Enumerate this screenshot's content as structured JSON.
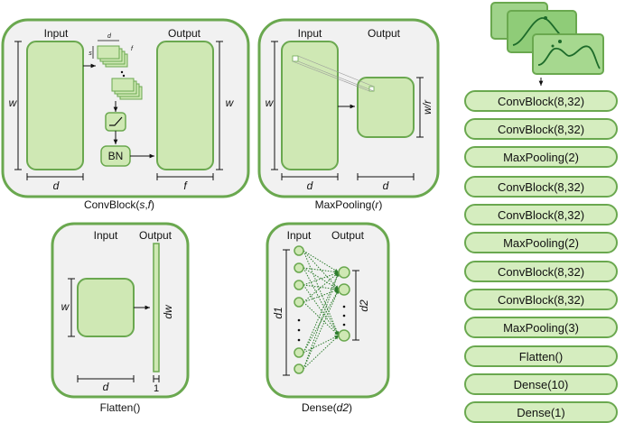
{
  "panels": {
    "convblock": {
      "input_label": "Input",
      "output_label": "Output",
      "w_label": "w",
      "d_label": "d",
      "f_label": "f",
      "d_small": "d",
      "s_small": "s",
      "f_small": "f",
      "bn_label": "BN",
      "caption_prefix": "ConvBlock(",
      "caption_s": "s",
      "caption_sep": ",",
      "caption_f": "f",
      "caption_suffix": ")"
    },
    "maxpool": {
      "input_label": "Input",
      "output_label": "Output",
      "w_label": "w",
      "wr_label": "w/r",
      "d_label": "d",
      "d_out_label": "d",
      "caption_prefix": "MaxPooling(",
      "caption_r": "r",
      "caption_suffix": ")"
    },
    "flatten": {
      "input_label": "Input",
      "output_label": "Output",
      "w_label": "w",
      "d_label": "d",
      "dw_label": "dw",
      "one_label": "1",
      "caption": "Flatten()"
    },
    "dense": {
      "input_label": "Input",
      "output_label": "Output",
      "d1_label": "d1",
      "d2_label": "d2",
      "caption_prefix": "Dense(",
      "caption_d2": "d2",
      "caption_suffix": ")"
    }
  },
  "model_layers": [
    "ConvBlock(8,32)",
    "ConvBlock(8,32)",
    "MaxPooling(2)",
    "ConvBlock(8,32)",
    "ConvBlock(8,32)",
    "MaxPooling(2)",
    "ConvBlock(8,32)",
    "ConvBlock(8,32)",
    "MaxPooling(3)",
    "Flatten()",
    "Dense(10)",
    "Dense(1)"
  ],
  "colors": {
    "panel_border": "#6aa84f",
    "panel_fill": "#f1f1f1",
    "block_fill": "#cfe8b4",
    "block_border": "#6aa84f",
    "dark_green": "#1d6b2a",
    "arrow": "#111111"
  }
}
